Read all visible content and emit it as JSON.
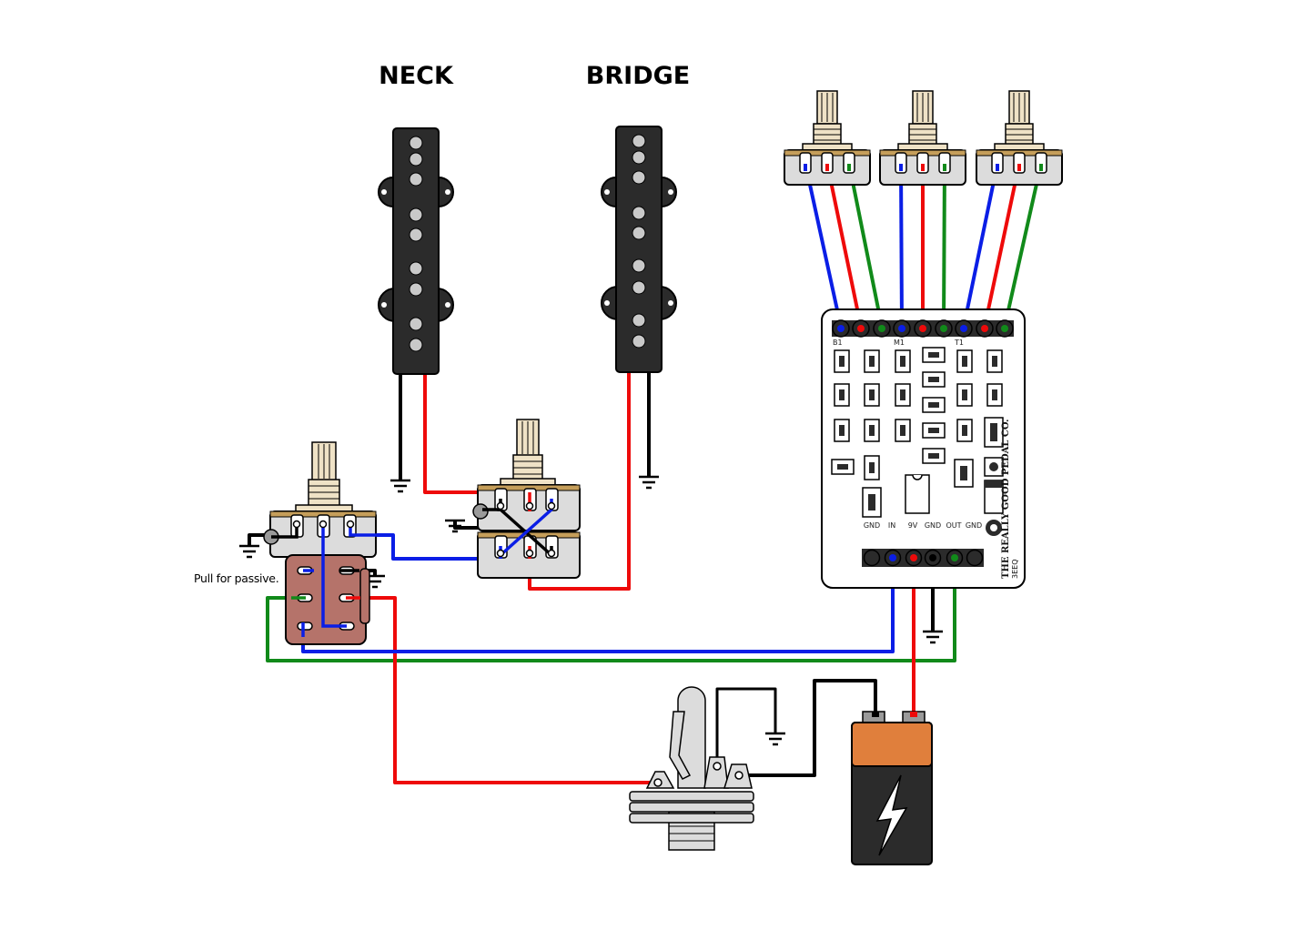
{
  "labels": {
    "neck": "NECK",
    "bridge": "BRIDGE",
    "pull_note": "Pull for passive."
  },
  "board": {
    "pot_labels": [
      "B1",
      "M1",
      "T1"
    ],
    "bottom_pins": [
      "GND",
      "IN",
      "9V",
      "GND",
      "OUT",
      "GND"
    ],
    "brand": "THE REALLY GOOD PEDAL CO.",
    "model": "3EEQ"
  },
  "colors": {
    "wire_blue": "#0a1ee6",
    "wire_red": "#ee0a0a",
    "wire_green": "#118a1a",
    "wire_black": "#000000",
    "pickup_body": "#2b2b2b",
    "pot_casing": "#dcdcdc",
    "switch_body": "#b5736a",
    "battery_orange": "#e07f3c",
    "battery_body": "#2b2b2b"
  },
  "icons": {
    "battery": "lightning-bolt-icon",
    "ground": "ground-symbol-icon"
  }
}
